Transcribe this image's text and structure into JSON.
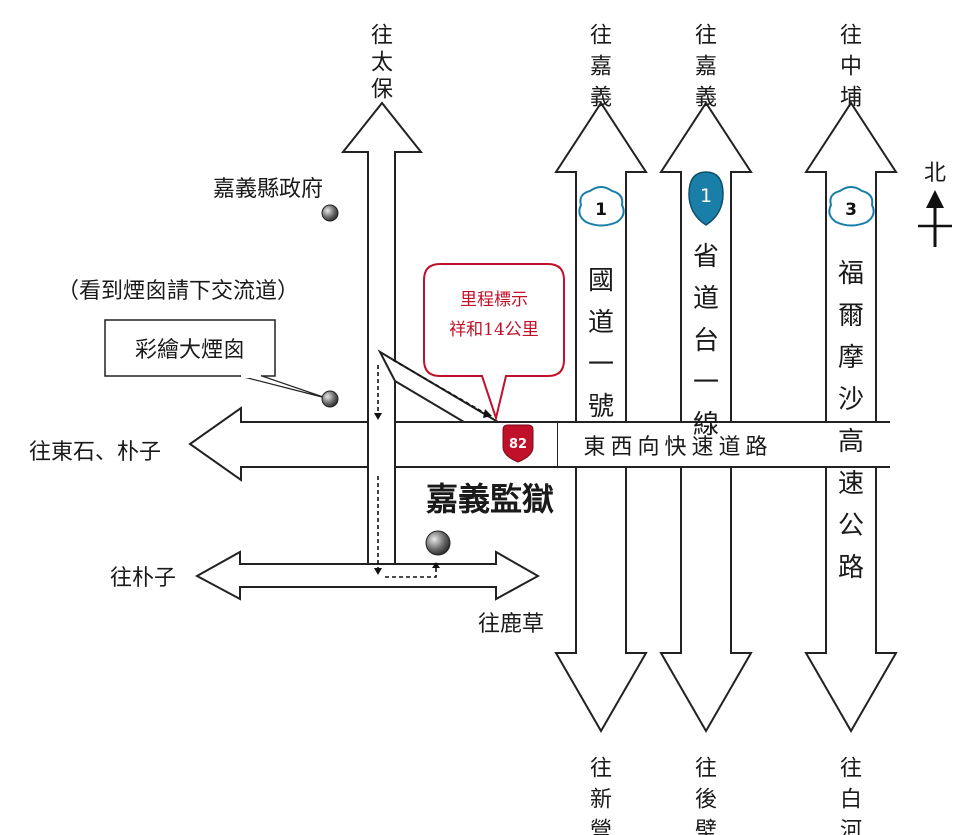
{
  "north_label": "北",
  "roads": {
    "expressway_label": "東西向快速道路",
    "freeway1_label": "國道一號",
    "provincial1_label": "省道台一線",
    "formosa3_label": "福爾摩沙高速公路",
    "shield_national1": "1",
    "shield_provincial1": "1",
    "shield_national3": "3",
    "shield_82": "82"
  },
  "destinations": {
    "taibao": "往太保",
    "chiayi_a": "往嘉義",
    "chiayi_b": "往嘉義",
    "zhongpu": "往中埔",
    "xinying": "往新營",
    "houbi": "往後壁",
    "baihe": "往白河",
    "dongshi_puzi": "往東石、朴子",
    "puzi": "往朴子",
    "lucao": "往鹿草"
  },
  "places": {
    "county_gov": "嘉義縣政府",
    "chimney_hint": "（看到煙囪請下交流道）",
    "chimney_callout": "彩繪大煙囪",
    "prison": "嘉義監獄"
  },
  "milestone": {
    "line1": "里程標示",
    "line2": "祥和14公里"
  },
  "colors": {
    "callout_red": "#c0102a",
    "shield_blue": "#1a7fa8",
    "shield_red": "#c0102a"
  }
}
